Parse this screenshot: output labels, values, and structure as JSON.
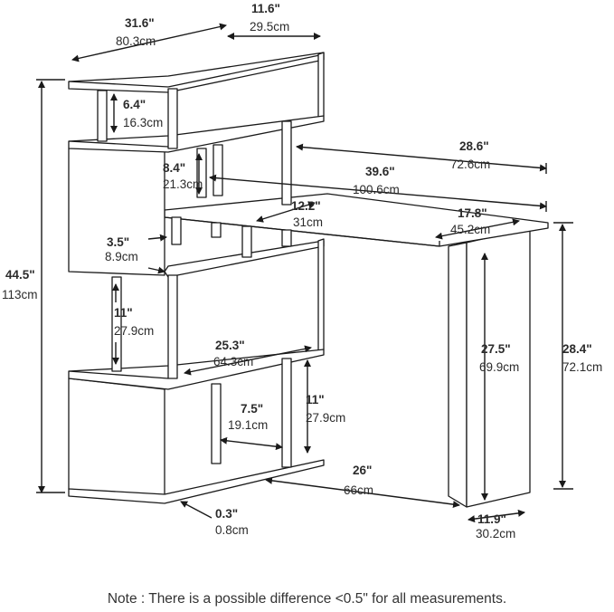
{
  "colors": {
    "line": "#1a1a1a",
    "fill": "#ffffff"
  },
  "note": "Note : There is a possible difference <0.5\" for all measurements.",
  "dimensions": [
    {
      "id": "top-width",
      "inch": "31.6\"",
      "cm": "80.3cm"
    },
    {
      "id": "top-depth",
      "inch": "11.6\"",
      "cm": "29.5cm"
    },
    {
      "id": "total-height",
      "inch": "44.5\"",
      "cm": "113cm"
    },
    {
      "id": "shelf-gap-top",
      "inch": "6.4\"",
      "cm": "16.3cm"
    },
    {
      "id": "shelf-gap-upper",
      "inch": "8.4\"",
      "cm": "21.3cm"
    },
    {
      "id": "desk-depth",
      "inch": "28.6\"",
      "cm": "72.6cm"
    },
    {
      "id": "desk-width",
      "inch": "39.6\"",
      "cm": "100.6cm"
    },
    {
      "id": "desk-inner-depth",
      "inch": "12.2\"",
      "cm": "31cm"
    },
    {
      "id": "desk-end-depth",
      "inch": "17.8\"",
      "cm": "45.2cm"
    },
    {
      "id": "desk-thickness-gap",
      "inch": "3.5\"",
      "cm": "8.9cm"
    },
    {
      "id": "shelf-gap-middle",
      "inch": "11\"",
      "cm": "27.9cm"
    },
    {
      "id": "leg-height",
      "inch": "27.5\"",
      "cm": "69.9cm"
    },
    {
      "id": "desk-height",
      "inch": "28.4\"",
      "cm": "72.1cm"
    },
    {
      "id": "middle-shelf-width",
      "inch": "25.3\"",
      "cm": "64.3cm"
    },
    {
      "id": "shelf-gap-lower",
      "inch": "11\"",
      "cm": "27.9cm"
    },
    {
      "id": "post-spacing",
      "inch": "7.5\"",
      "cm": "19.1cm"
    },
    {
      "id": "base-to-leg",
      "inch": "26\"",
      "cm": "66cm"
    },
    {
      "id": "panel-thickness",
      "inch": "0.3\"",
      "cm": "0.8cm"
    },
    {
      "id": "leg-depth",
      "inch": "11.9\"",
      "cm": "30.2cm"
    }
  ]
}
